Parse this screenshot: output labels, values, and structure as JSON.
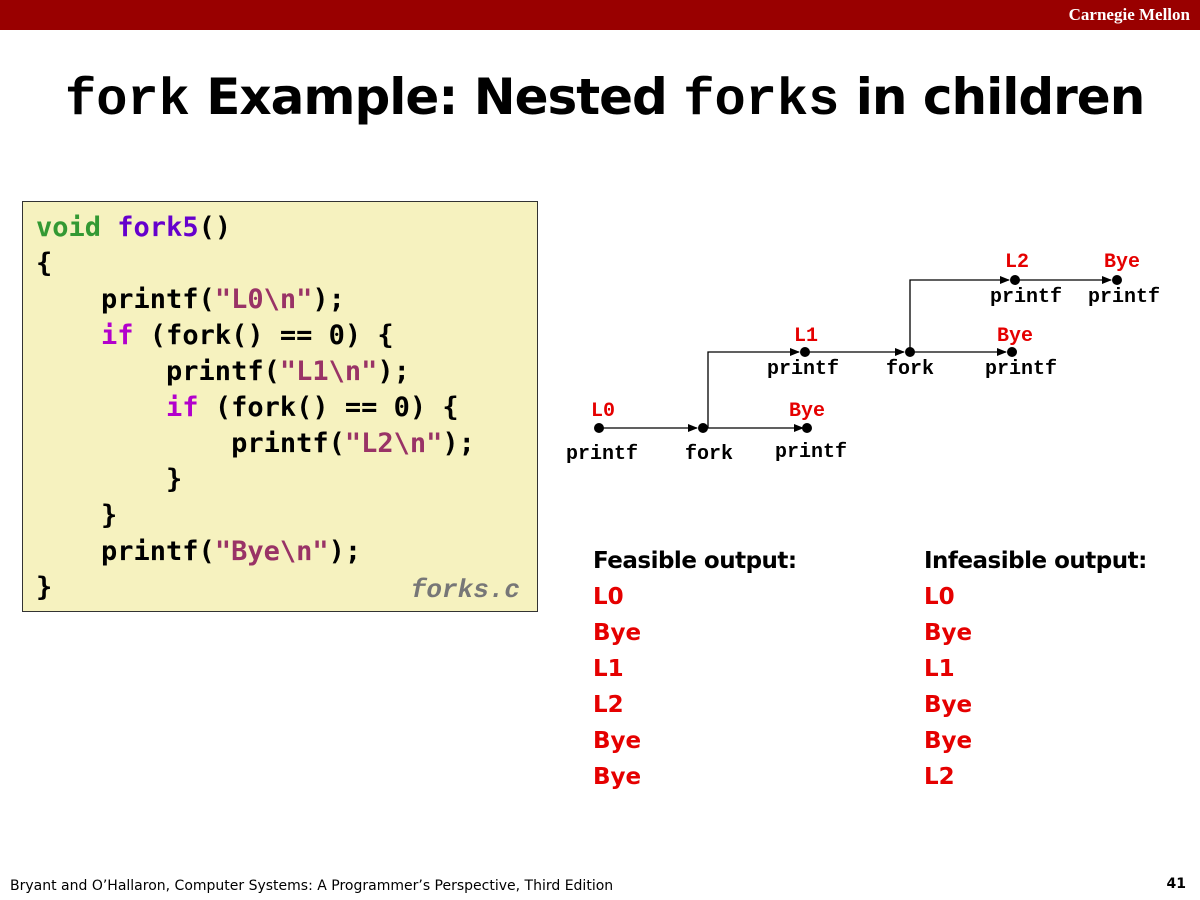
{
  "header": {
    "brand": "Carnegie Mellon"
  },
  "title": {
    "part1": "fork",
    "part2": " Example: Nested ",
    "part3": "forks",
    "part4": " in children"
  },
  "code": {
    "l1_kw": "void",
    "l1_fn": "fork5",
    "l1_rest": "()",
    "l2": "{",
    "l3_a": "    printf(",
    "l3_s": "\"L0\\n\"",
    "l3_b": ");",
    "l4_ind": "    ",
    "l4_kw": "if",
    "l4_rest": " (fork() == 0) {",
    "l5_a": "        printf(",
    "l5_s": "\"L1\\n\"",
    "l5_b": ");",
    "l6_ind": "        ",
    "l6_kw": "if",
    "l6_rest": " (fork() == 0) {",
    "l7_a": "            printf(",
    "l7_s": "\"L2\\n\"",
    "l7_b": ");",
    "l8": "        }",
    "l9": "    }",
    "l10_a": "    printf(",
    "l10_s": "\"Bye\\n\"",
    "l10_b": ");",
    "l11": "}",
    "filename": "forks.c"
  },
  "graph": {
    "output_labels": {
      "l0": "L0",
      "bye_main": "Bye",
      "l1": "L1",
      "bye_child": "Bye",
      "l2": "L2",
      "bye_grandchild": "Bye"
    },
    "op_labels": {
      "main_printf": "printf",
      "main_fork": "fork",
      "main_printf_bye": "printf",
      "child_printf": "printf",
      "child_fork": "fork",
      "child_printf_bye": "printf",
      "grandchild_printf": "printf",
      "grandchild_printf_bye": "printf"
    },
    "colors": {
      "line": "#000000",
      "label": "#e50000"
    }
  },
  "outputs": {
    "feasible": {
      "heading": "Feasible output:",
      "items": [
        "L0",
        "Bye",
        "L1",
        "L2",
        "Bye",
        "Bye"
      ]
    },
    "infeasible": {
      "heading": "Infeasible output:",
      "items": [
        "L0",
        "Bye",
        "L1",
        "Bye",
        "Bye",
        "L2"
      ]
    }
  },
  "footer": {
    "citation": "Bryant and O’Hallaron, Computer Systems: A Programmer’s Perspective, Third Edition",
    "page": "41"
  },
  "colors": {
    "banner": "#990000",
    "code_bg": "#f6f2bf",
    "keyword": "#339933",
    "function": "#6600cc",
    "control": "#b300cc",
    "string": "#993366",
    "output_red": "#e50000"
  }
}
